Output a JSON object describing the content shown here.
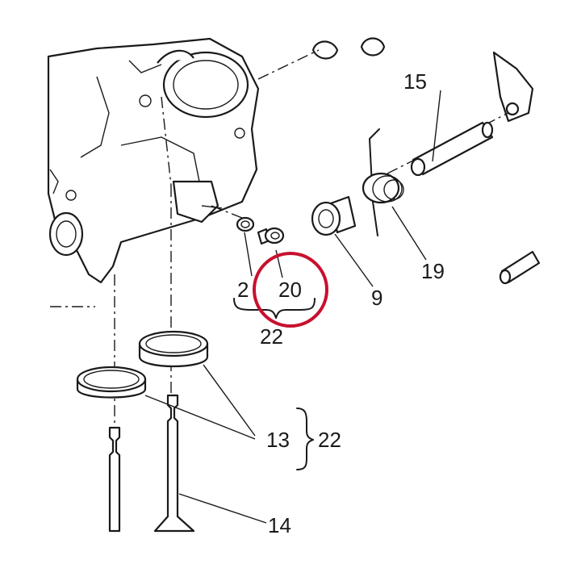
{
  "labels": {
    "l15": "15",
    "l19": "19",
    "l9": "9",
    "l2": "2",
    "l20": "20",
    "l22_small": "22",
    "l13": "13",
    "l22_right": "22",
    "l14": "14"
  },
  "colors": {
    "ink": "#1a1a1a",
    "highlight_circle": "#c8102e",
    "background": "#ffffff"
  }
}
